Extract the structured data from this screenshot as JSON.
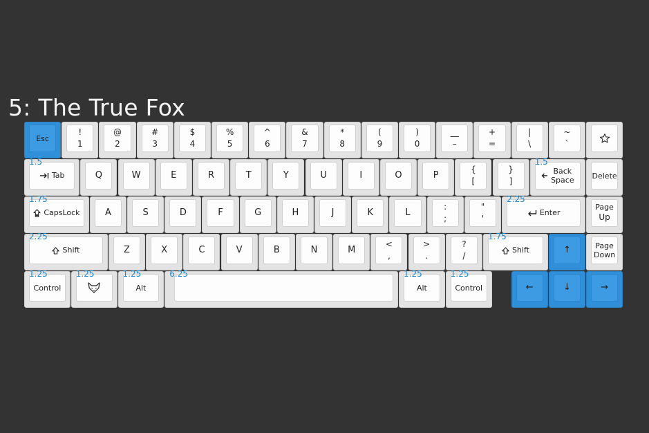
{
  "title": "5: The True Fox",
  "colors": {
    "background": "#333333",
    "keycap": "#fdfdfd",
    "accent": "#3d9be3",
    "size_label": "#1f88c9"
  },
  "rows": [
    [
      {
        "id": "esc",
        "lines": [
          "Esc"
        ],
        "blue": true
      },
      {
        "id": "1",
        "lines": [
          "!",
          "1"
        ]
      },
      {
        "id": "2",
        "lines": [
          "@",
          "2"
        ]
      },
      {
        "id": "3",
        "lines": [
          "#",
          "3"
        ]
      },
      {
        "id": "4",
        "lines": [
          "$",
          "4"
        ]
      },
      {
        "id": "5",
        "lines": [
          "%",
          "5"
        ]
      },
      {
        "id": "6",
        "lines": [
          "^",
          "6"
        ]
      },
      {
        "id": "7",
        "lines": [
          "&",
          "7"
        ]
      },
      {
        "id": "8",
        "lines": [
          "*",
          "8"
        ]
      },
      {
        "id": "9",
        "lines": [
          "(",
          "9"
        ]
      },
      {
        "id": "0",
        "lines": [
          ")",
          "0"
        ]
      },
      {
        "id": "minus",
        "lines": [
          "__",
          "–"
        ]
      },
      {
        "id": "equal",
        "lines": [
          "+",
          "="
        ]
      },
      {
        "id": "backslash",
        "lines": [
          "|",
          "\\"
        ]
      },
      {
        "id": "grave",
        "lines": [
          "~",
          "`"
        ]
      },
      {
        "id": "star",
        "lines": [],
        "icon": "star-icon"
      }
    ],
    [
      {
        "id": "tab",
        "label": "Tab",
        "icon": "tab-arrow-icon",
        "size": "1.5"
      },
      {
        "id": "q",
        "lines": [
          "Q"
        ]
      },
      {
        "id": "w",
        "lines": [
          "W"
        ]
      },
      {
        "id": "e",
        "lines": [
          "E"
        ]
      },
      {
        "id": "r",
        "lines": [
          "R"
        ]
      },
      {
        "id": "t",
        "lines": [
          "T"
        ]
      },
      {
        "id": "y",
        "lines": [
          "Y"
        ]
      },
      {
        "id": "u",
        "lines": [
          "U"
        ]
      },
      {
        "id": "i",
        "lines": [
          "I"
        ]
      },
      {
        "id": "o",
        "lines": [
          "O"
        ]
      },
      {
        "id": "p",
        "lines": [
          "P"
        ]
      },
      {
        "id": "lbracket",
        "lines": [
          "{",
          "["
        ]
      },
      {
        "id": "rbracket",
        "lines": [
          "}",
          "]"
        ]
      },
      {
        "id": "backspace",
        "lines": [
          "Back",
          "Space"
        ],
        "icon": "left-arrow-icon",
        "size": "1.5"
      },
      {
        "id": "delete",
        "lines": [
          "Delete"
        ]
      }
    ],
    [
      {
        "id": "capslock",
        "label": "CapsLock",
        "icon": "caps-lock-icon",
        "size": "1.75"
      },
      {
        "id": "a",
        "lines": [
          "A"
        ]
      },
      {
        "id": "s",
        "lines": [
          "S"
        ]
      },
      {
        "id": "d",
        "lines": [
          "D"
        ]
      },
      {
        "id": "f",
        "lines": [
          "F"
        ]
      },
      {
        "id": "g",
        "lines": [
          "G"
        ]
      },
      {
        "id": "h",
        "lines": [
          "H"
        ]
      },
      {
        "id": "j",
        "lines": [
          "J"
        ]
      },
      {
        "id": "k",
        "lines": [
          "K"
        ]
      },
      {
        "id": "l",
        "lines": [
          "L"
        ]
      },
      {
        "id": "semicolon",
        "lines": [
          ":",
          ";"
        ]
      },
      {
        "id": "quote",
        "lines": [
          "\"",
          "'"
        ]
      },
      {
        "id": "enter",
        "label": "Enter",
        "icon": "enter-icon",
        "size": "2.25"
      },
      {
        "id": "pageup",
        "lines": [
          "Page",
          "Up"
        ]
      }
    ],
    [
      {
        "id": "lshift",
        "label": "Shift",
        "icon": "shift-icon",
        "size": "2.25"
      },
      {
        "id": "z",
        "lines": [
          "Z"
        ]
      },
      {
        "id": "x",
        "lines": [
          "X"
        ]
      },
      {
        "id": "c",
        "lines": [
          "C"
        ]
      },
      {
        "id": "v",
        "lines": [
          "V"
        ]
      },
      {
        "id": "b",
        "lines": [
          "B"
        ]
      },
      {
        "id": "n",
        "lines": [
          "N"
        ]
      },
      {
        "id": "m",
        "lines": [
          "M"
        ]
      },
      {
        "id": "comma",
        "lines": [
          "<",
          ","
        ]
      },
      {
        "id": "period",
        "lines": [
          ">",
          "."
        ]
      },
      {
        "id": "slash",
        "lines": [
          "?",
          "/"
        ]
      },
      {
        "id": "rshift",
        "label": "Shift",
        "icon": "shift-icon",
        "size": "1.75"
      },
      {
        "id": "up",
        "lines": [
          "↑"
        ],
        "blue": true
      },
      {
        "id": "pagedown",
        "lines": [
          "Page",
          "Down"
        ]
      }
    ],
    [
      {
        "id": "lctrl",
        "lines": [
          "Control"
        ],
        "size": "1.25"
      },
      {
        "id": "fox",
        "lines": [],
        "icon": "fox-icon",
        "size": "1.25"
      },
      {
        "id": "lalt",
        "lines": [
          "Alt"
        ],
        "size": "1.25"
      },
      {
        "id": "space",
        "lines": [],
        "size": "6.25"
      },
      {
        "id": "ralt",
        "lines": [
          "Alt"
        ],
        "size": "1.25"
      },
      {
        "id": "rctrl",
        "lines": [
          "Control"
        ],
        "size": "1.25"
      },
      {
        "id": "left",
        "lines": [
          "←"
        ],
        "blue": true
      },
      {
        "id": "down",
        "lines": [
          "↓"
        ],
        "blue": true
      },
      {
        "id": "right",
        "lines": [
          "→"
        ],
        "blue": true
      }
    ]
  ]
}
